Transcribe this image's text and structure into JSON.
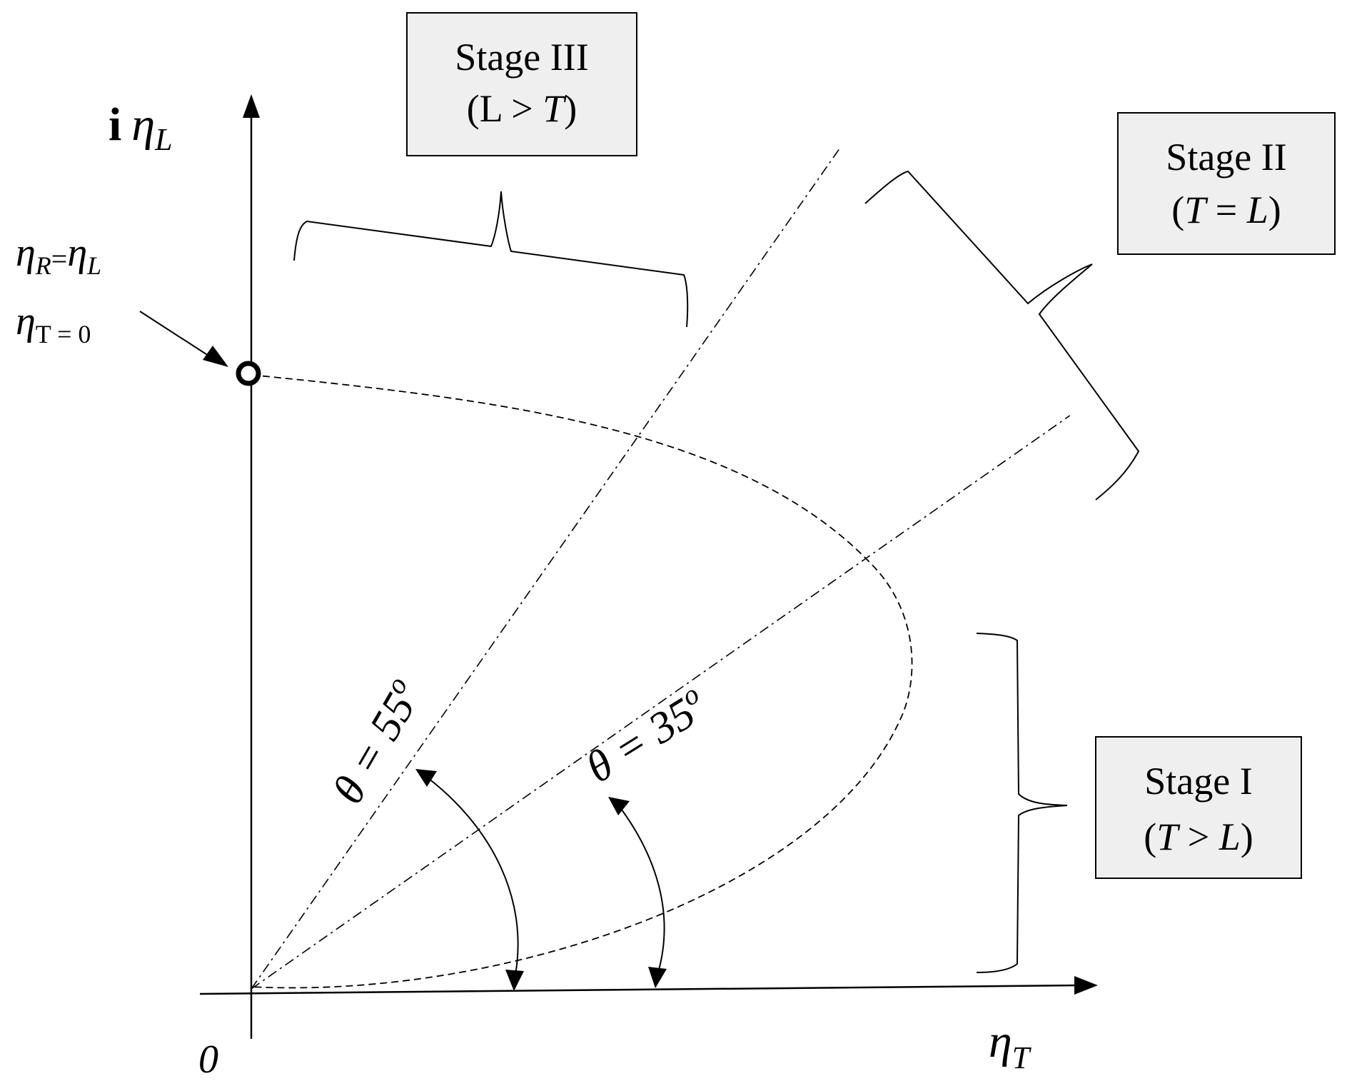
{
  "labels": {
    "y_axis_prefix": "i",
    "y_axis_symbol": "η",
    "y_axis_sub": "L",
    "x_axis_symbol": "η",
    "x_axis_sub": "T",
    "origin": "0",
    "point_line1_a": "η",
    "point_line1_a_sub": "R",
    "point_line1_eq": "=",
    "point_line1_b": "η",
    "point_line1_b_sub": "L",
    "point_line2_a": "η",
    "point_line2_a_sub": "T = 0",
    "angle_55_prefix": "θ = 55",
    "angle_55_sup": "o",
    "angle_35_prefix": "θ = 35",
    "angle_35_sup": "o"
  },
  "stages": {
    "stage1": {
      "title": "Stage I",
      "cond_open": "(",
      "cond_a": "T",
      "cond_op": " > ",
      "cond_b": "L",
      "cond_close": ")"
    },
    "stage2": {
      "title": "Stage II",
      "cond_open": "(",
      "cond_a": "T",
      "cond_op": " = ",
      "cond_b": "L",
      "cond_close": ")"
    },
    "stage3": {
      "title": "Stage III",
      "cond_open": "(",
      "cond_a": "L",
      "cond_op": " > ",
      "cond_b": "T",
      "cond_close": ")"
    }
  },
  "angles": {
    "line_a_deg": 55,
    "line_b_deg": 35
  }
}
